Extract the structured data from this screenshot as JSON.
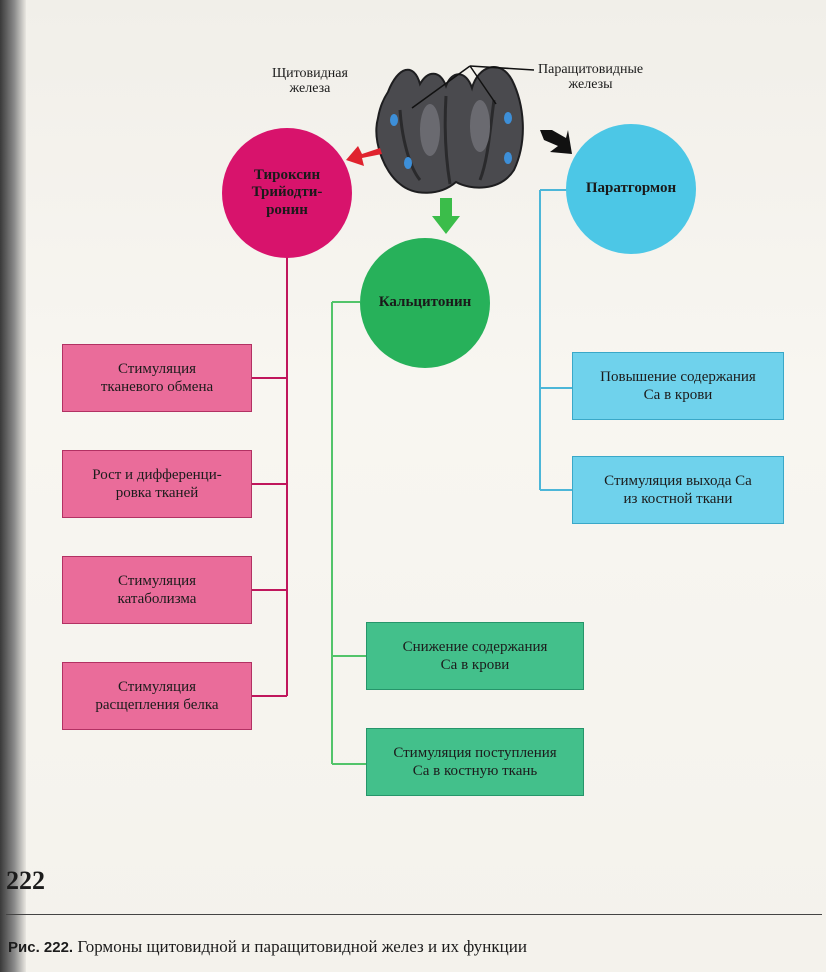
{
  "glands": {
    "thyroid_label": "Щитовидная\nжелеза",
    "parathyroid_label": "Паращитовидные\nжелезы"
  },
  "hormones": {
    "thyroxine": "Тироксин\nТрийодти-\nронин",
    "calcitonin": "Кальцитонин",
    "parathormone": "Паратгормон"
  },
  "thyroxine_effects": [
    "Стимуляция\nтканевого обмена",
    "Рост и дифференци-\nровка тканей",
    "Стимуляция\nкатаболизма",
    "Стимуляция\nрасщепления белка"
  ],
  "calcitonin_effects": [
    "Снижение содержания\nСа  в крови",
    "Стимуляция поступления\nСа в костную ткань"
  ],
  "parathormone_effects": [
    "Повышение содержания\nСа  в крови",
    "Стимуляция выхода Са\nиз костной ткани"
  ],
  "colors": {
    "thyroxine": "#d8136c",
    "calcitonin": "#27b15a",
    "parathormone": "#4cc7e6"
  },
  "page_number": "222",
  "caption": {
    "prefix": "Рис. 222.",
    "text": "Гормоны щитовидной и паращитовидной желез и их функции"
  }
}
